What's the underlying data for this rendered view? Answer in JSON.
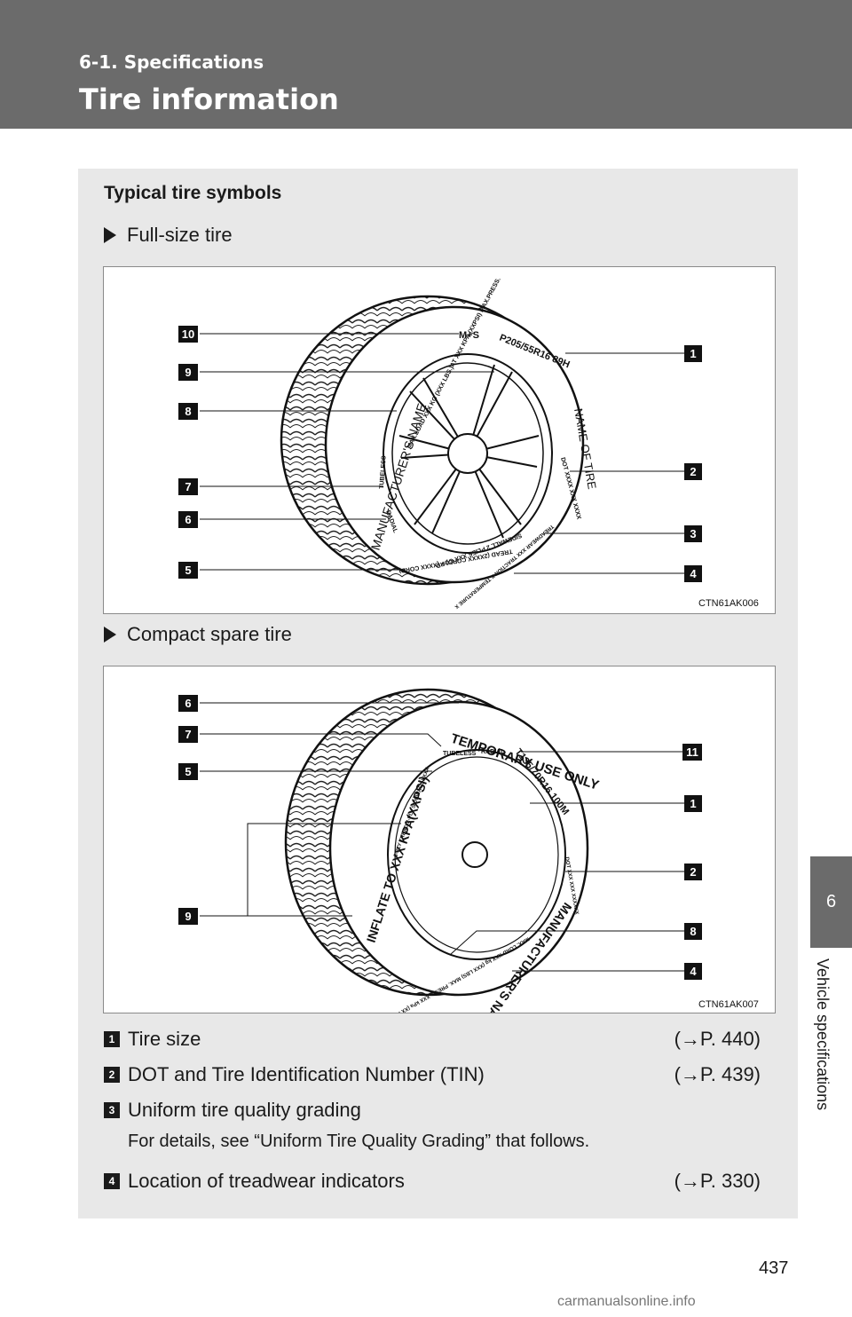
{
  "header": {
    "section": "6-1. Specifications",
    "title": "Tire information"
  },
  "panel": {
    "heading": "Typical tire symbols",
    "full_size": {
      "label": "Full-size tire",
      "code": "CTN61AK006",
      "tire_text": [
        "M+S",
        "P205/55R16  89H",
        "NAME OF TIRE",
        "MANUFACTURER'S NAME",
        "MAX.LOAD XXX KG (XXX LBS.)AT XXX KPA (XXPSI) MAX.PRESS.",
        "TUBELESS",
        "RADIAL",
        "DOT XXXX XXX XXXX",
        "TREADWEAR XXX TRACTION X TEMPERATURE X",
        "SIDEWALL 2 PLIES XXX CORD",
        "TREAD (2XXXX CORD) + (XXXX CORD)"
      ],
      "callouts_left": [
        "10",
        "9",
        "8",
        "7",
        "6",
        "5"
      ],
      "callouts_right": [
        "1",
        "2",
        "3",
        "4"
      ]
    },
    "compact": {
      "label": "Compact spare tire",
      "code": "CTN61AK007",
      "tire_text": [
        "TEMPORARY USE ONLY",
        "T135/70R16 100M",
        "TUBELESS",
        "RADIAL",
        "INFLATE TO XXX KPA(XXPSI)",
        "3-PLY TREAD 2-PLY SIDEWALL XXXX",
        "MANUFACTURER'S NAME",
        "MAX. LOAD XXX kg (XXX LBS) MAX. PRESS. XXX kPa (XX PSI)",
        "DOT XXX XXX XXXXXX"
      ],
      "callouts_left": [
        "6",
        "7",
        "5",
        "9"
      ],
      "callouts_right": [
        "11",
        "1",
        "2",
        "8",
        "4"
      ]
    },
    "legend": [
      {
        "num": "1",
        "label": "Tire size",
        "ref": "(→P. 440)"
      },
      {
        "num": "2",
        "label": "DOT and Tire Identification Number (TIN)",
        "ref": "(→P. 439)"
      },
      {
        "num": "3",
        "label": "Uniform tire quality grading",
        "ref": ""
      },
      {
        "num": "4",
        "label": "Location of treadwear indicators",
        "ref": "(→P. 330)"
      }
    ],
    "legend_note": "For details, see “Uniform Tire Quality Grading” that follows."
  },
  "side_tab": {
    "number": "6",
    "label": "Vehicle specifications"
  },
  "page_number": "437",
  "watermark": "carmanualsonline.info"
}
